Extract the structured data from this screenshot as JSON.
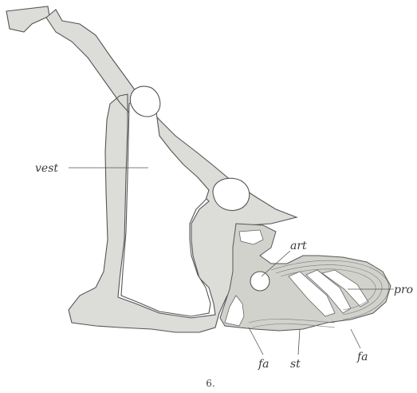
{
  "figure": {
    "number": "6.",
    "labels": {
      "vest": "vest",
      "art": "art",
      "pro": "pro",
      "fa_left": "fa",
      "st": "st",
      "fa_right": "fa"
    }
  }
}
